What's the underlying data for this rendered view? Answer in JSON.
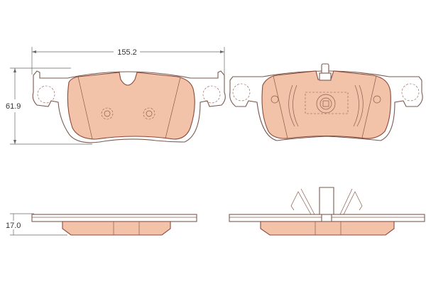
{
  "dimensions": {
    "width": "155.2",
    "height": "61.9",
    "thickness": "17.0"
  },
  "colors": {
    "friction_material": "#f3c3a9",
    "outline": "#8a4a3a"
  }
}
